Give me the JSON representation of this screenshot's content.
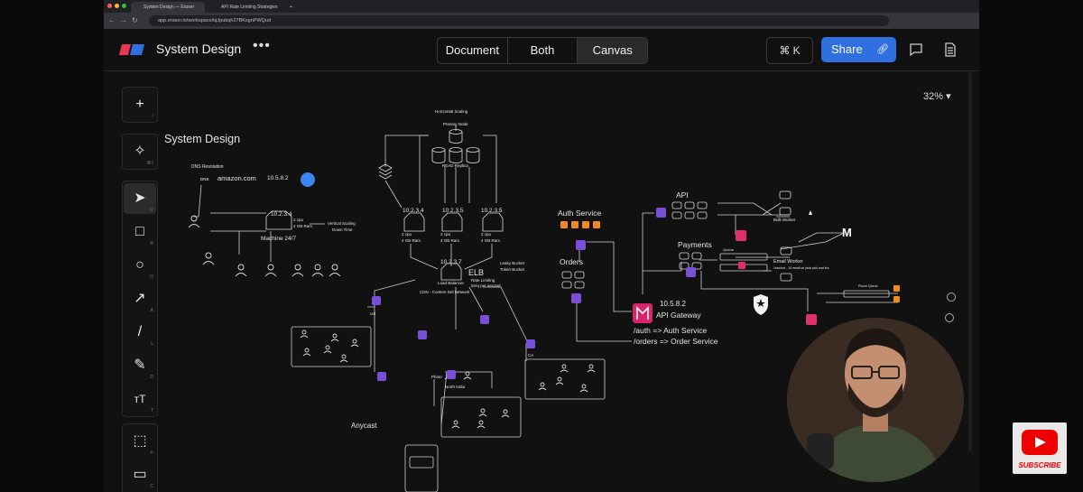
{
  "browser": {
    "tabs": [
      "System Design — Eraser",
      "API Rate Limiting Strategies"
    ],
    "url": "app.eraser.io/workspace/iqJpubqh27BKsgnPWQud"
  },
  "header": {
    "title": "System Design",
    "view_tabs": [
      "Document",
      "Both",
      "Canvas"
    ],
    "active_view": "Canvas",
    "command_label": "⌘ K",
    "share_label": "Share"
  },
  "toolbar": {
    "items": [
      {
        "icon": "plus-icon",
        "glyph": "+",
        "shortcut": "/"
      },
      {
        "icon": "sparkle-icon",
        "glyph": "✧",
        "shortcut": "⌘J"
      },
      {
        "icon": "pointer-icon",
        "glyph": "➤",
        "shortcut": "V"
      },
      {
        "icon": "rectangle-icon",
        "glyph": "□",
        "shortcut": "R"
      },
      {
        "icon": "circle-icon",
        "glyph": "○",
        "shortcut": "O"
      },
      {
        "icon": "arrow-icon",
        "glyph": "↗",
        "shortcut": "A"
      },
      {
        "icon": "line-icon",
        "glyph": "/",
        "shortcut": "L"
      },
      {
        "icon": "pencil-icon",
        "glyph": "✎",
        "shortcut": "D"
      },
      {
        "icon": "text-icon",
        "glyph": "тT",
        "shortcut": "T"
      },
      {
        "icon": "frame-icon",
        "glyph": "⬚",
        "shortcut": "F"
      },
      {
        "icon": "comment-icon",
        "glyph": "▭",
        "shortcut": "C"
      }
    ]
  },
  "zoom_label": "32%",
  "canvas": {
    "heading": "System Design",
    "dns_label": "DNS Resolution",
    "dns_badge": "DNS",
    "domain": "amazon.com",
    "dns_ip": "10.5.8.2",
    "machine_ip": "10.2.3.4",
    "machine_spec_1": "2 cpu",
    "machine_spec_2": "4 GB Ram",
    "vertical_scaling": "Vertical Scaling",
    "down_time": "Down Time",
    "machine_label": "Machine 24/7",
    "horizontal_scaling": "Horizontal Scaling",
    "primary_node": "Primary Node",
    "read_replica": "READ Replica",
    "node_ips": [
      "10.2.3.4",
      "10.2.3.5",
      "10.2.3.5"
    ],
    "node_spec_1": "2 cpu",
    "node_spec_2": "4 GB Ram",
    "lb_ip": "10.2.3.7",
    "lb_label": "Load Balancer",
    "elb": "ELB",
    "rate_limiting": "Rate Limiting",
    "req_per_second": "5req per second",
    "leaky_bucket": "Leaky Bucket",
    "token_bucket": "Token Bucket",
    "cdn": "CDN - Content Del Network",
    "us": "US",
    "ca": "CA",
    "photo": "Photo",
    "north_india": "North India",
    "anycast": "Anycast",
    "auth_service": "Auth Service",
    "orders": "Orders",
    "api": "API",
    "bulk_worker": "Bulk Worker",
    "payments": "Payments",
    "queue": "Queue",
    "email_worker": "Email Worker",
    "email_note": "1sec/md - 10 email se jada pick mat krs",
    "gateway_ip": "10.5.8.2",
    "gateway": "API Gateway",
    "route_auth": "/auth => Auth Service",
    "route_orders": "/orders => Order Service",
    "mail_letter": "M",
    "phone_queue": "Phone Queue"
  },
  "subscribe_label": "SUBSCRIBE"
}
